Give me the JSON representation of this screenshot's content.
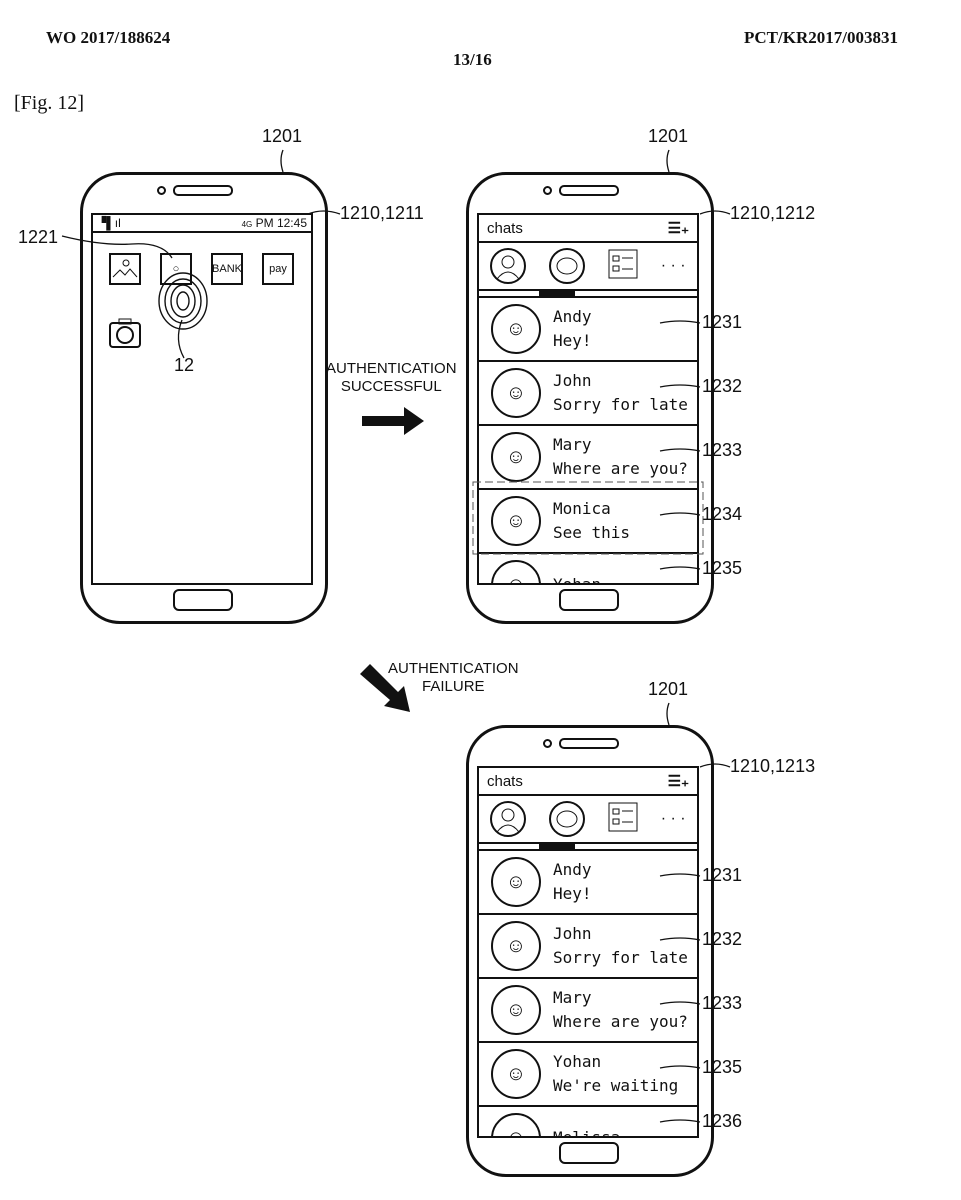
{
  "header": {
    "left": "WO 2017/188624",
    "center": "13/16",
    "right": "PCT/KR2017/003831"
  },
  "figure_label": "[Fig. 12]",
  "refs": {
    "phone": "1201",
    "screen1": "1210,1211",
    "screen2": "1210,1212",
    "screen3": "1210,1213",
    "icon": "1221",
    "finger": "12"
  },
  "home_screen": {
    "time": "PM 12:45",
    "network": "4G",
    "apps": [
      {
        "label": "",
        "icon": "image-icon"
      },
      {
        "label": "",
        "icon": "chat-icon"
      },
      {
        "label": "BANK",
        "icon": "bank-icon"
      },
      {
        "label": "pay",
        "icon": "pay-icon"
      },
      {
        "label": "",
        "icon": "camera-icon"
      }
    ]
  },
  "arrows": {
    "success": [
      "AUTHENTICATION",
      "SUCCESSFUL"
    ],
    "failure": [
      "AUTHENTICATION",
      "FAILURE"
    ]
  },
  "chat_app": {
    "title": "chats",
    "tabs": [
      "contacts-icon",
      "chat-icon",
      "list-icon",
      "more-icon"
    ],
    "more": "· · ·"
  },
  "chat_list_success": [
    {
      "name": "Andy",
      "msg": "Hey!",
      "ref": "1231"
    },
    {
      "name": "John",
      "msg": "Sorry for late",
      "ref": "1232"
    },
    {
      "name": "Mary",
      "msg": "Where are you?",
      "ref": "1233"
    },
    {
      "name": "Monica",
      "msg": "See this",
      "ref": "1234"
    },
    {
      "name": "Yohan",
      "msg": "",
      "ref": "1235"
    }
  ],
  "chat_list_failure": [
    {
      "name": "Andy",
      "msg": "Hey!",
      "ref": "1231"
    },
    {
      "name": "John",
      "msg": "Sorry for late",
      "ref": "1232"
    },
    {
      "name": "Mary",
      "msg": "Where are you?",
      "ref": "1233"
    },
    {
      "name": "Yohan",
      "msg": "We're waiting",
      "ref": "1235"
    },
    {
      "name": "Melissa",
      "msg": "",
      "ref": "1236"
    }
  ]
}
